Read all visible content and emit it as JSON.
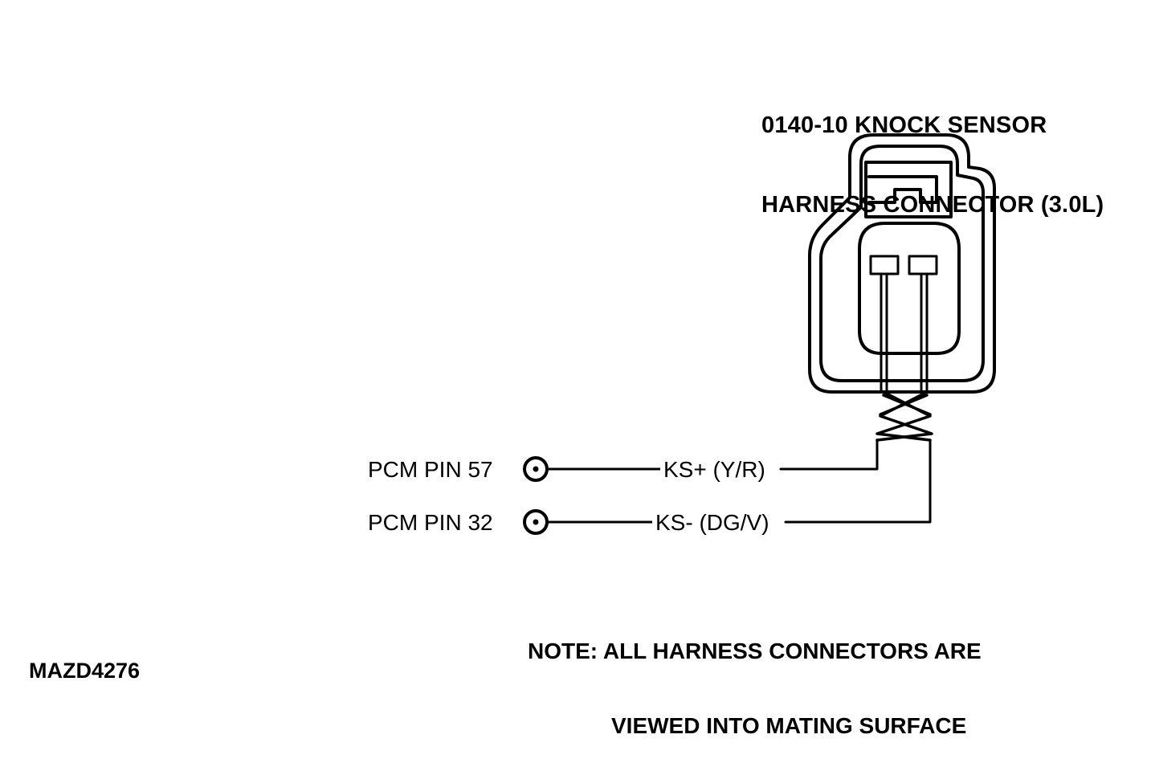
{
  "title": {
    "line1": "0140-10 KNOCK SENSOR",
    "line2": "HARNESS CONNECTOR (3.0L)"
  },
  "pins": [
    {
      "label": "PCM PIN 57",
      "wire": "KS+ (Y/R)"
    },
    {
      "label": "PCM PIN 32",
      "wire": "KS- (DG/V)"
    }
  ],
  "note": {
    "line1": "NOTE: ALL HARNESS CONNECTORS ARE",
    "line2": "VIEWED INTO MATING SURFACE"
  },
  "ref_code": "MAZD4276"
}
